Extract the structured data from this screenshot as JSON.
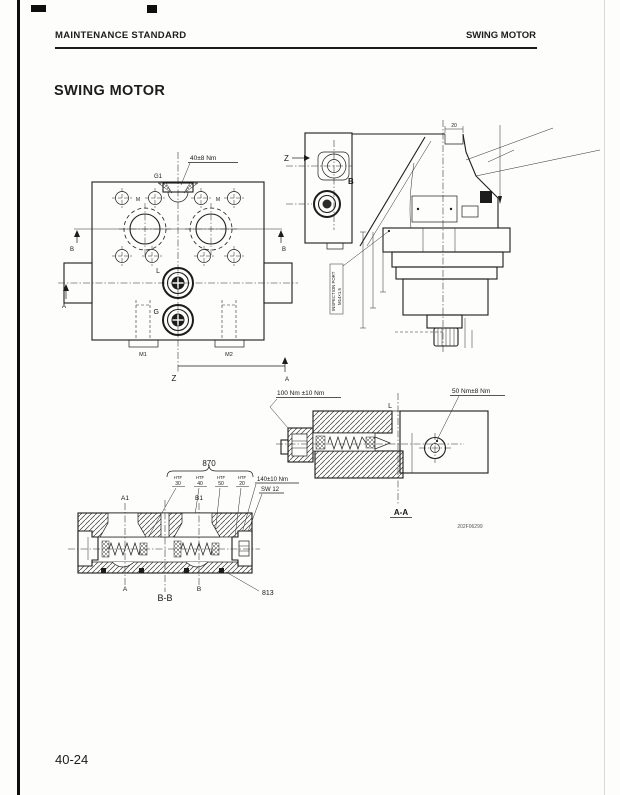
{
  "colors": {
    "paper": "#fdfdfb",
    "ink": "#1c1c1c"
  },
  "header": {
    "left": "MAINTENANCE STANDARD",
    "right": "SWING MOTOR"
  },
  "title": "SWING MOTOR",
  "page_number": "40-24",
  "figure": {
    "code": "202F06299"
  },
  "plan_view": {
    "torque_g1": "40±8 Nm",
    "g1": "G1",
    "m_left": "M",
    "m_right": "M",
    "l": "L",
    "g": "G",
    "m1": "M1",
    "m2": "M2",
    "z_bottom": "Z",
    "b_left": "B",
    "b_right": "B",
    "a_left": "A",
    "a_bottom": "A"
  },
  "side_view": {
    "z_arrow": "Z",
    "b_marker": "B",
    "dim_top": "20",
    "inspection_line1": "INSPECTION PORT",
    "inspection_line2": "M14×1.5"
  },
  "section_aa": {
    "torque_plug": "100 Nm ±10 Nm",
    "torque_port": "50 Nm±8 Nm",
    "l": "L",
    "caption": "A-A"
  },
  "section_bb": {
    "dim_overall": "870",
    "htf": [
      {
        "label": "HTF",
        "value": "30"
      },
      {
        "label": "HTF",
        "value": "40"
      },
      {
        "label": "HTF",
        "value": "50"
      },
      {
        "label": "HTF",
        "value": "20"
      }
    ],
    "torque_plug": "140±10 Nm",
    "wrench": "SW 12",
    "a1": "A1",
    "b1": "B1",
    "a": "A",
    "b": "B",
    "caption": "B-B",
    "part": "813"
  }
}
